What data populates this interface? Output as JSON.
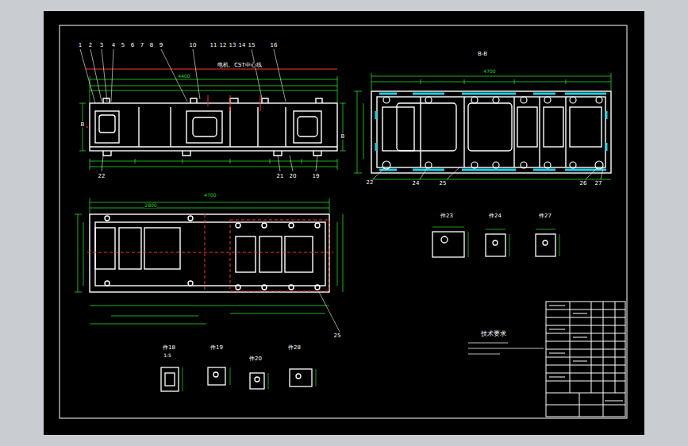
{
  "diagram": {
    "labels": [
      "1",
      "2",
      "3",
      "4",
      "5",
      "6",
      "7",
      "8",
      "9",
      "10",
      "11",
      "12",
      "13",
      "14",
      "15",
      "16",
      "电机、CST中心线",
      "B",
      "B",
      "22",
      "21",
      "20",
      "19",
      "B-B",
      "4700",
      "22",
      "24",
      "25",
      "26",
      "27",
      "4700",
      "2800",
      "25",
      "件23",
      "件24",
      "件27",
      "件18",
      "1:5",
      "件19",
      "件20",
      "件28",
      "技术要求",
      "4400"
    ]
  }
}
